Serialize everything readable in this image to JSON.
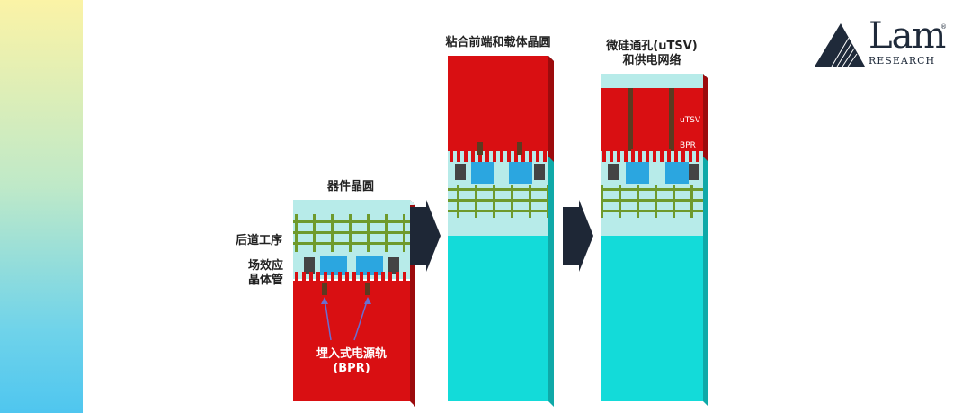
{
  "panels": {
    "device_wafer": {
      "title": "器件晶圆",
      "beol_label": "后道工序",
      "fet_label_line1": "场效应",
      "fet_label_line2": "晶体管",
      "bpr_label_line1": "埋入式电源轨",
      "bpr_label_line2": "(BPR)"
    },
    "bonded": {
      "title": "粘合前端和载体晶圆"
    },
    "utsv": {
      "title_line1": "微硅通孔(uTSV)",
      "title_line2": "和供电网络",
      "utsv_label": "uTSV",
      "bpr_label": "BPR"
    }
  },
  "logo": {
    "name": "Lam",
    "sub": "RESEARCH",
    "reg": "®"
  },
  "colors": {
    "red": "#d90f12",
    "cyan": "#13dbd9",
    "light_cyan": "#b7ebe9",
    "blue": "#2ba6e0",
    "green": "#6e9a2c",
    "arrow": "#1e2736",
    "sidebar_top": "#fbf3a6",
    "sidebar_bottom": "#4fc6ef"
  }
}
